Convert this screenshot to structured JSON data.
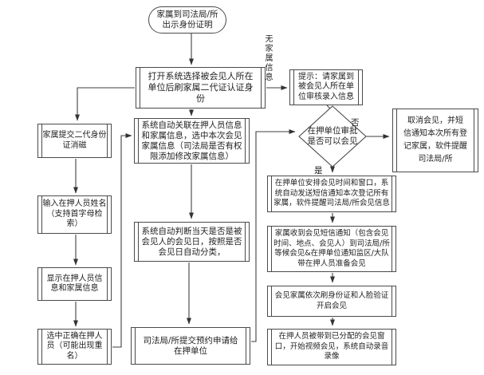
{
  "nodes": {
    "start": {
      "shape": "terminator",
      "text": "家属到司法局/所\n出示身份证明"
    },
    "open_system": {
      "shape": "process",
      "text": "打开系统选择被会见人所在\n单位后刷家属二代证认证身\n份"
    },
    "prompt_no_family": {
      "shape": "process",
      "text": "提示：请家属到\n被会见人所在单\n位审核录入信息"
    },
    "approve_decision": {
      "shape": "decision",
      "text": "在押单位审批\n是否可以会见"
    },
    "cancel_meeting": {
      "shape": "process",
      "text": "取消会见，并短\n信通知本次所有登\n记家属，软件提醒\n司法局/所"
    },
    "id_demagnetized": {
      "shape": "process",
      "text": "家属提交二代身份\n证消磁"
    },
    "input_name": {
      "shape": "process",
      "text": "输入在押人员姓名\n（支持首字母检\n索）"
    },
    "show_info": {
      "shape": "process",
      "text": "显示在押人员信\n息和家属信息"
    },
    "select_person": {
      "shape": "process",
      "text": "选中正确在押人\n员（可能出现重\n名）"
    },
    "auto_link": {
      "shape": "process",
      "text": "系统自动关联在押人员信息\n和家属信息，选中本次会见\n家属信息（司法局是否有权\n限添加修改家属信息）"
    },
    "auto_judge": {
      "shape": "process",
      "text": "系统自动判断当天是否是被\n会见人的会见日，按照是否\n会见日自动分类，"
    },
    "submit_apply": {
      "shape": "process",
      "text": "司法局/所提交预约申请给\n在押单位"
    },
    "arrange_meeting": {
      "shape": "process",
      "text": "在押单位安排会见时间和窗口，系\n统自动发送短信通知本次登记所有\n家属，软件提醒司法局/所会见信息"
    },
    "family_notified": {
      "shape": "process",
      "text": "家属收到会见短信通知（包含会见\n时间、地点、会见人）到司法局/所\n等候会见&在押单位通知监区/大队\n带在押人员准备会见"
    },
    "verify_identity": {
      "shape": "process",
      "text": "会见家属依次刷身份证和人脸验证\n开启会见"
    },
    "video_meeting": {
      "shape": "process",
      "text": "在押人员被带到已分配的会见窗\n口，开始视频会见，系统自动录音\n录像"
    }
  },
  "labels": {
    "no_family_info": "无家属信息",
    "yes": "是",
    "no": "否"
  },
  "edges": [
    {
      "from": "start",
      "to": "open_system"
    },
    {
      "from": "open_system",
      "to": "prompt_no_family",
      "label": "无家属信息"
    },
    {
      "from": "open_system",
      "to": "id_demagnetized"
    },
    {
      "from": "id_demagnetized",
      "to": "input_name"
    },
    {
      "from": "input_name",
      "to": "show_info"
    },
    {
      "from": "show_info",
      "to": "select_person"
    },
    {
      "from": "select_person",
      "to": "auto_link"
    },
    {
      "from": "open_system",
      "to": "auto_link"
    },
    {
      "from": "auto_link",
      "to": "auto_judge"
    },
    {
      "from": "auto_judge",
      "to": "submit_apply"
    },
    {
      "from": "submit_apply",
      "to": "approve_decision"
    },
    {
      "from": "prompt_no_family",
      "to": "approve_decision"
    },
    {
      "from": "approve_decision",
      "to": "cancel_meeting",
      "label": "否"
    },
    {
      "from": "approve_decision",
      "to": "arrange_meeting",
      "label": "是"
    },
    {
      "from": "arrange_meeting",
      "to": "family_notified"
    },
    {
      "from": "family_notified",
      "to": "verify_identity"
    },
    {
      "from": "verify_identity",
      "to": "video_meeting"
    }
  ]
}
